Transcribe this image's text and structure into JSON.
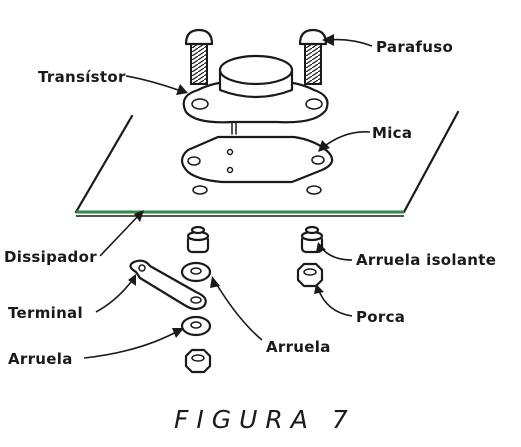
{
  "labels": {
    "parafuso": "Parafuso",
    "transistor": "Transístor",
    "mica": "Mica",
    "dissipador": "Dissipador",
    "arruela_isolante": "Arruela isolante",
    "terminal": "Terminal",
    "porca": "Porca",
    "arruela_center": "Arruela",
    "arruela_left": "Arruela"
  },
  "caption": "FIGURA 7",
  "colors": {
    "ink": "#1a1a1a",
    "heatsink_edge": "#2f8a4a",
    "paper": "#ffffff"
  }
}
